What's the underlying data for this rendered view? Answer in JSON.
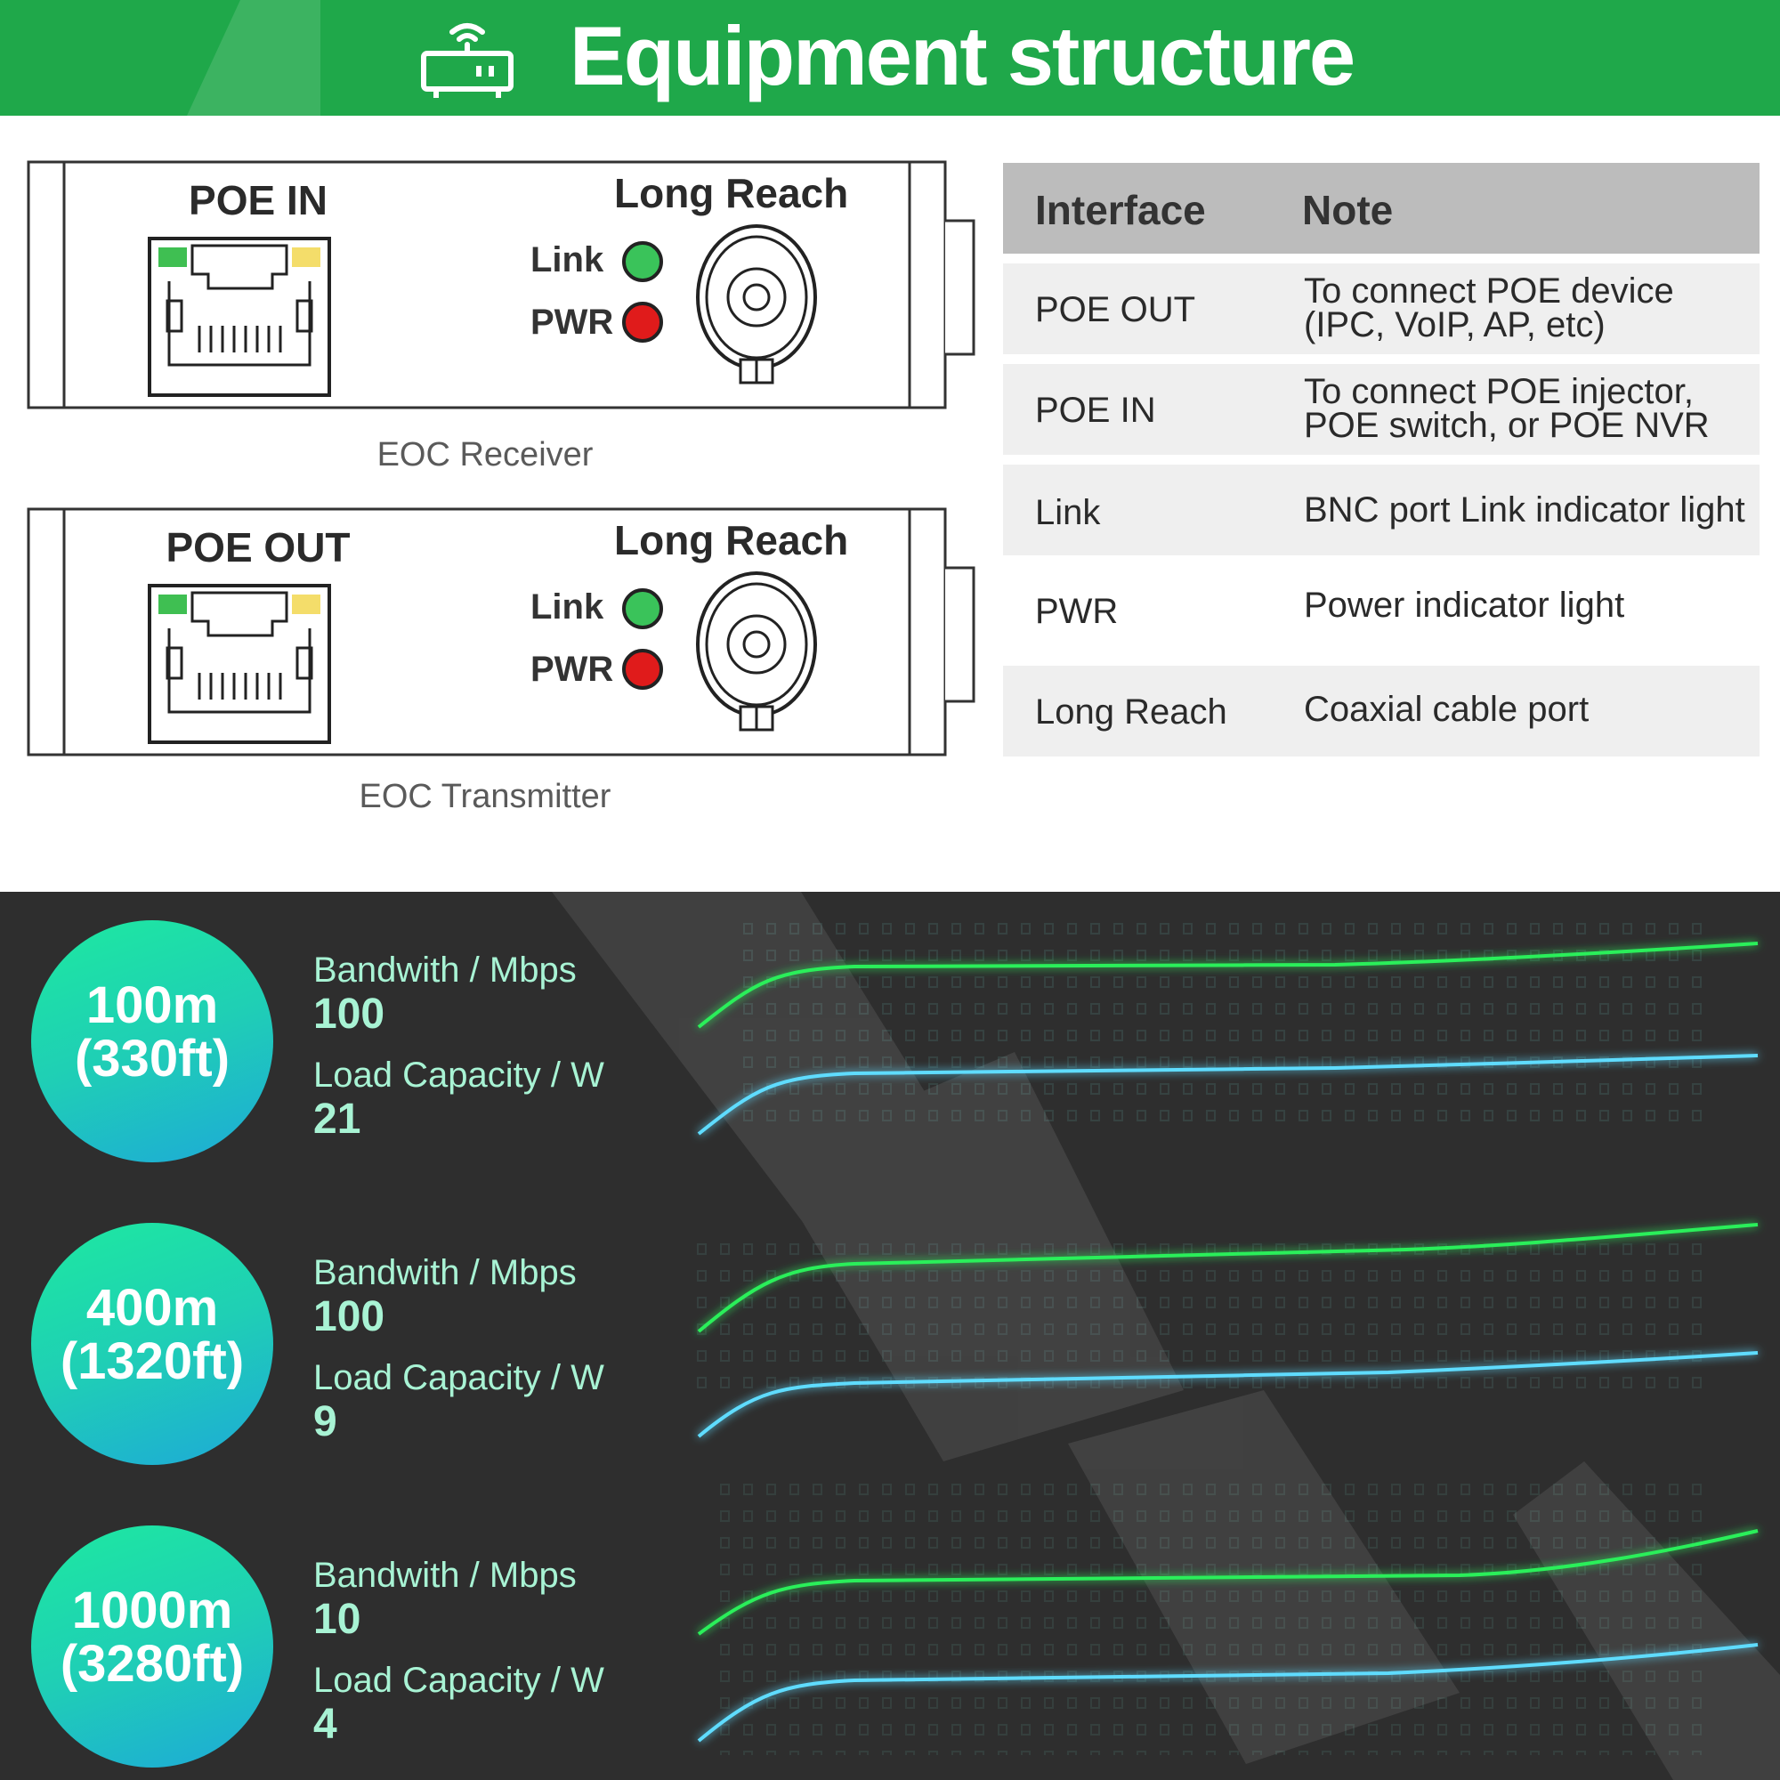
{
  "header": {
    "title": "Equipment structure",
    "icon": "router-icon"
  },
  "devices": [
    {
      "port_label": "POE IN",
      "long_reach_label": "Long Reach",
      "link_label": "Link",
      "pwr_label": "PWR",
      "caption": "EOC Receiver"
    },
    {
      "port_label": "POE OUT",
      "long_reach_label": "Long Reach",
      "link_label": "Link",
      "pwr_label": "PWR",
      "caption": "EOC Transmitter"
    }
  ],
  "colors": {
    "brand_green": "#1fa84a",
    "link_led": "#3ac35a",
    "pwr_led": "#e01b1b",
    "table_header": "#bcbcbc",
    "table_row": "#efefef",
    "dark_bg": "#2e2e2e",
    "line_green": "#2bef5a",
    "line_blue": "#5fdcff"
  },
  "table": {
    "headers": [
      "Interface",
      "Note"
    ],
    "rows": [
      {
        "interface": "POE OUT",
        "note_line1": "To connect POE device",
        "note_line2": "(IPC, VoIP, AP, etc)"
      },
      {
        "interface": "POE IN",
        "note_line1": "To connect POE injector,",
        "note_line2": "POE switch, or POE NVR"
      },
      {
        "interface": "Link",
        "note_line1": "BNC port Link indicator light",
        "note_line2": ""
      },
      {
        "interface": "PWR",
        "note_line1": "Power indicator light",
        "note_line2": ""
      },
      {
        "interface": "Long Reach",
        "note_line1": "Coaxial cable port",
        "note_line2": ""
      }
    ]
  },
  "specs": [
    {
      "distance_m": "100m",
      "distance_ft": "(330ft)",
      "bandwidth_label": "Bandwith / Mbps",
      "bandwidth": "100",
      "load_label": "Load Capacity / W",
      "load": "21"
    },
    {
      "distance_m": "400m",
      "distance_ft": "(1320ft)",
      "bandwidth_label": "Bandwith / Mbps",
      "bandwidth": "100",
      "load_label": "Load Capacity / W",
      "load": "9"
    },
    {
      "distance_m": "1000m",
      "distance_ft": "(3280ft)",
      "bandwidth_label": "Bandwith / Mbps",
      "bandwidth": "10",
      "load_label": "Load Capacity / W",
      "load": "4"
    }
  ]
}
